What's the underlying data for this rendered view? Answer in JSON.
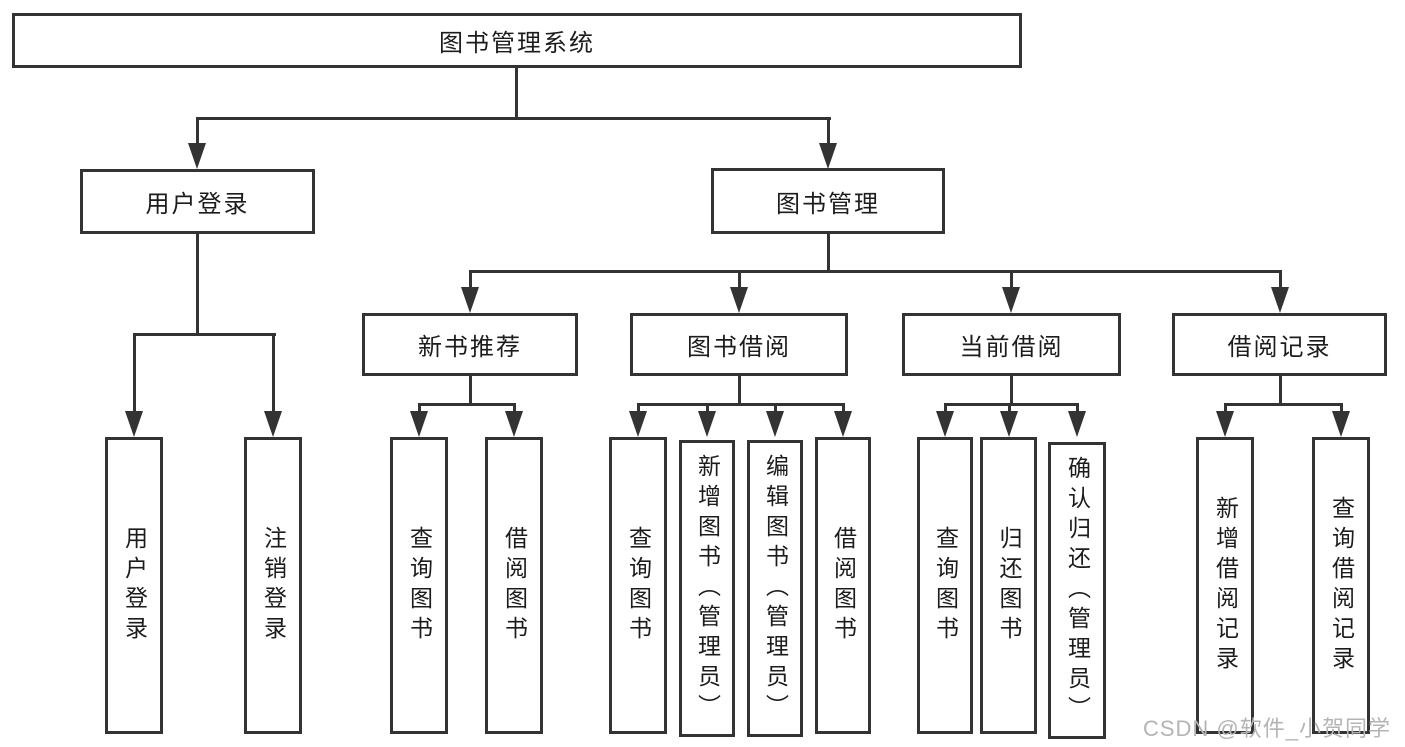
{
  "colors": {
    "line": "#333333",
    "text": "#1c1c1c",
    "box_bg": "#ffffff"
  },
  "watermark": {
    "text": "CSDN @软件_小贺同学",
    "color": "#b4b4b4"
  },
  "tree": {
    "root": {
      "label": "图书管理系统"
    },
    "login_branch": {
      "label": "用户登录",
      "children": {
        "login": "用户登录",
        "logout": "注销登录"
      }
    },
    "management_branch": {
      "label": "图书管理",
      "sections": {
        "new_books": {
          "label": "新书推荐",
          "children": {
            "query": "查询图书",
            "borrow": "借阅图书"
          }
        },
        "borrowing": {
          "label": "图书借阅",
          "children": {
            "query": "查询图书",
            "add": "新增图书（管理员）",
            "edit": "编辑图书（管理员）",
            "borrow": "借阅图书"
          }
        },
        "current": {
          "label": "当前借阅",
          "children": {
            "query": "查询图书",
            "return": "归还图书",
            "confirm": "确认归还（管理员）"
          }
        },
        "records": {
          "label": "借阅记录",
          "children": {
            "add": "新增借阅记录",
            "query": "查询借阅记录"
          }
        }
      }
    }
  }
}
